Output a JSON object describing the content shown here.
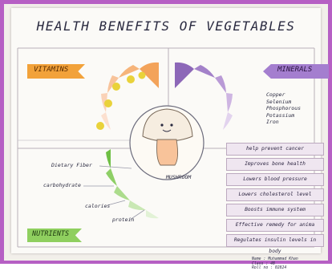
{
  "poster": {
    "title": "HEALTH BENEFITS OF VEGETABLES",
    "sections": {
      "vitamins": "VITAMINS",
      "minerals": "MINERALS",
      "nutrients": "NUTRIENTS"
    },
    "minerals": [
      "Copper",
      "Selenium",
      "Phosphorous",
      "Potassium",
      "Iron"
    ],
    "nutrients": [
      "Dietary Fiber",
      "carbohydrate",
      "calories",
      "protein"
    ],
    "center_label": "MUSHROOM",
    "benefits": [
      "help prevent cancer",
      "Improves bone health",
      "Lowers blood pressure",
      "Lowers cholesterol level",
      "Boosts immune system",
      "Effective remedy for anima",
      "Regulates insulin levels in body"
    ],
    "footer": [
      "Name : Muhammad Khan",
      "Class : 4B",
      "Roll no : 02824"
    ],
    "colors": {
      "vitamins": "#f2a23a",
      "minerals": "#a47ecf",
      "nutrients": "#8fcf5f",
      "benefits": "#efe6f0"
    }
  }
}
